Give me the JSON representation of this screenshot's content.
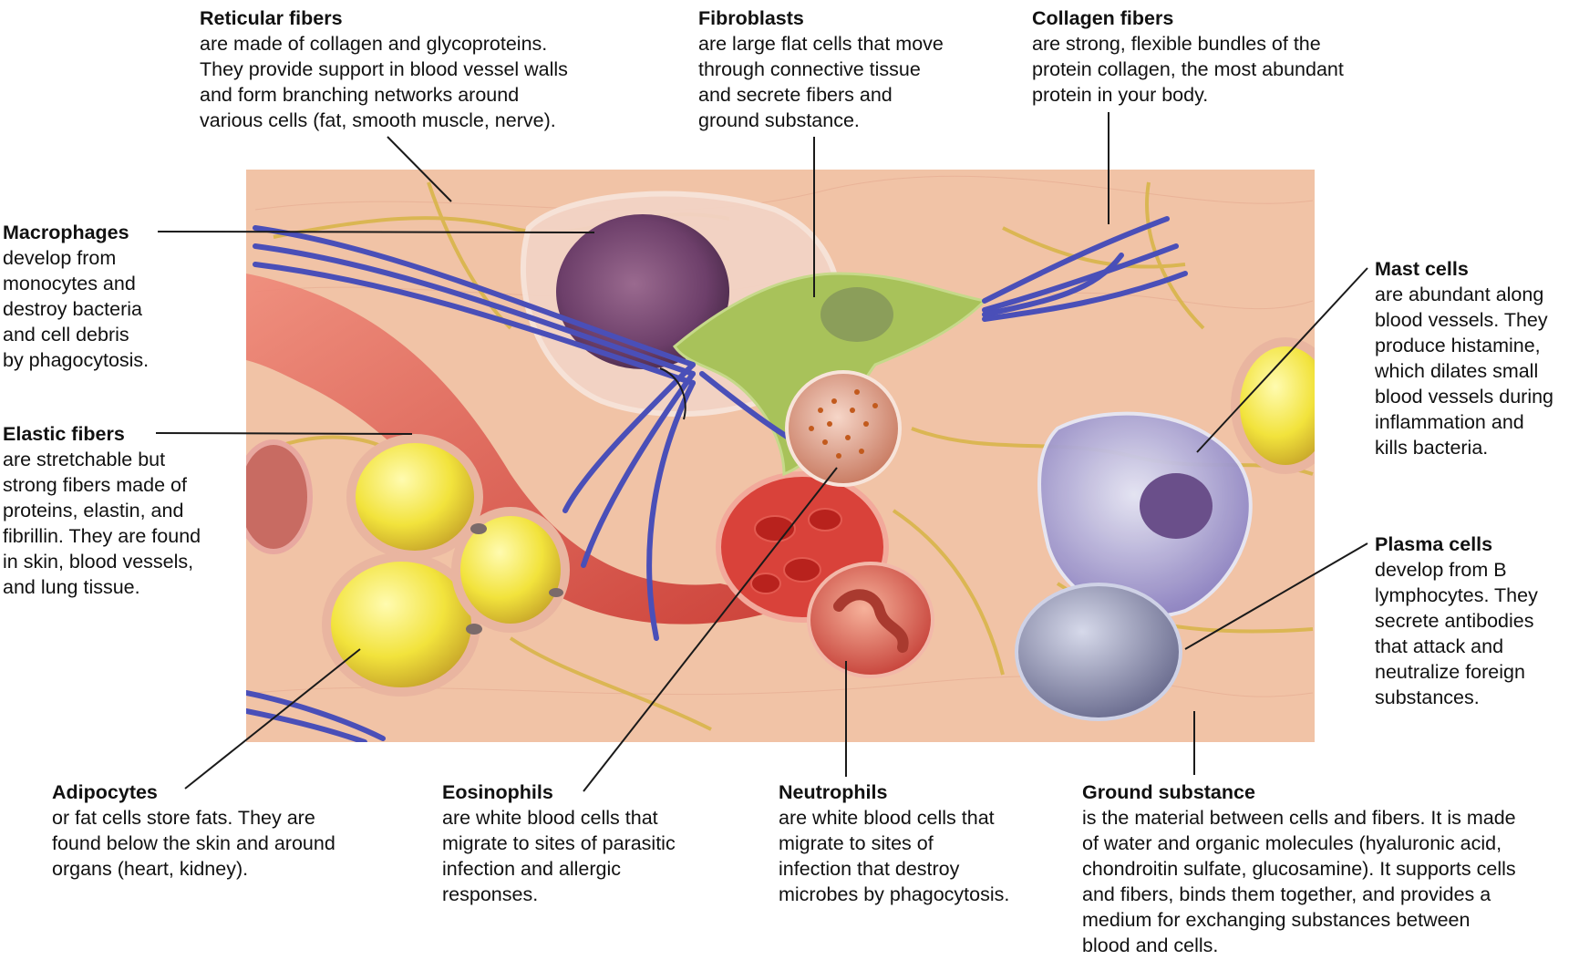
{
  "labels": {
    "reticular": {
      "title": "Reticular fibers",
      "lines": [
        "are made of collagen and glycoproteins.",
        "They provide support in blood vessel walls",
        "and form branching networks around",
        "various cells (fat, smooth muscle, nerve)."
      ]
    },
    "fibroblasts": {
      "title": "Fibroblasts",
      "lines": [
        "are large flat cells that move",
        "through connective tissue",
        "and secrete fibers and",
        "ground substance."
      ]
    },
    "collagen": {
      "title": "Collagen fibers",
      "lines": [
        "are strong, flexible bundles of the",
        "protein collagen, the most abundant",
        "protein in your body."
      ]
    },
    "macrophages": {
      "title": "Macrophages",
      "lines": [
        "develop from",
        "monocytes and",
        "destroy bacteria",
        "and cell debris",
        "by phagocytosis."
      ]
    },
    "elastic": {
      "title": "Elastic fibers",
      "lines": [
        "are stretchable but",
        "strong fibers made of",
        "proteins, elastin, and",
        "fibrillin. They are found",
        "in skin, blood vessels,",
        "and lung tissue."
      ]
    },
    "mast": {
      "title": "Mast cells",
      "lines": [
        "are abundant along",
        "blood vessels. They",
        "produce histamine,",
        "which dilates small",
        "blood vessels during",
        "inflammation and",
        "kills bacteria."
      ]
    },
    "plasma": {
      "title": "Plasma cells",
      "lines": [
        "develop from B",
        "lymphocytes. They",
        "secrete antibodies",
        "that attack and",
        "neutralize foreign",
        "substances."
      ]
    },
    "adipocytes": {
      "title": "Adipocytes",
      "lines": [
        "or fat cells store fats. They are",
        "found below the skin and around",
        "organs (heart, kidney)."
      ]
    },
    "eosinophils": {
      "title": "Eosinophils",
      "lines": [
        "are white blood cells that",
        "migrate to sites of parasitic",
        "infection and allergic",
        "responses."
      ]
    },
    "neutrophils": {
      "title": "Neutrophils",
      "lines": [
        "are white blood cells that",
        "migrate to sites of",
        "infection that destroy",
        "microbes by phagocytosis."
      ]
    },
    "ground": {
      "title": "Ground substance",
      "lines": [
        "is the material between cells and fibers. It is made",
        "of water and organic molecules (hyaluronic acid,",
        "chondroitin sulfate, glucosamine). It supports cells",
        "and fibers, binds them together, and provides a",
        "medium for exchanging substances between",
        "blood and cells."
      ]
    }
  },
  "colors": {
    "background_tissue": "#f1c3a6",
    "collagen": "#4a4fb8",
    "reticular": "#d8b54a",
    "adipocyte": "#f2e33c",
    "blood_vessel": "#e0473f",
    "fibroblast": "#a8c25a",
    "macrophage": "#6d3f6a",
    "eosinophil": "#d26a3b",
    "neutrophil": "#d9524a",
    "mast_cell": "#8d84c4",
    "plasma_cell": "#8e8fae"
  }
}
